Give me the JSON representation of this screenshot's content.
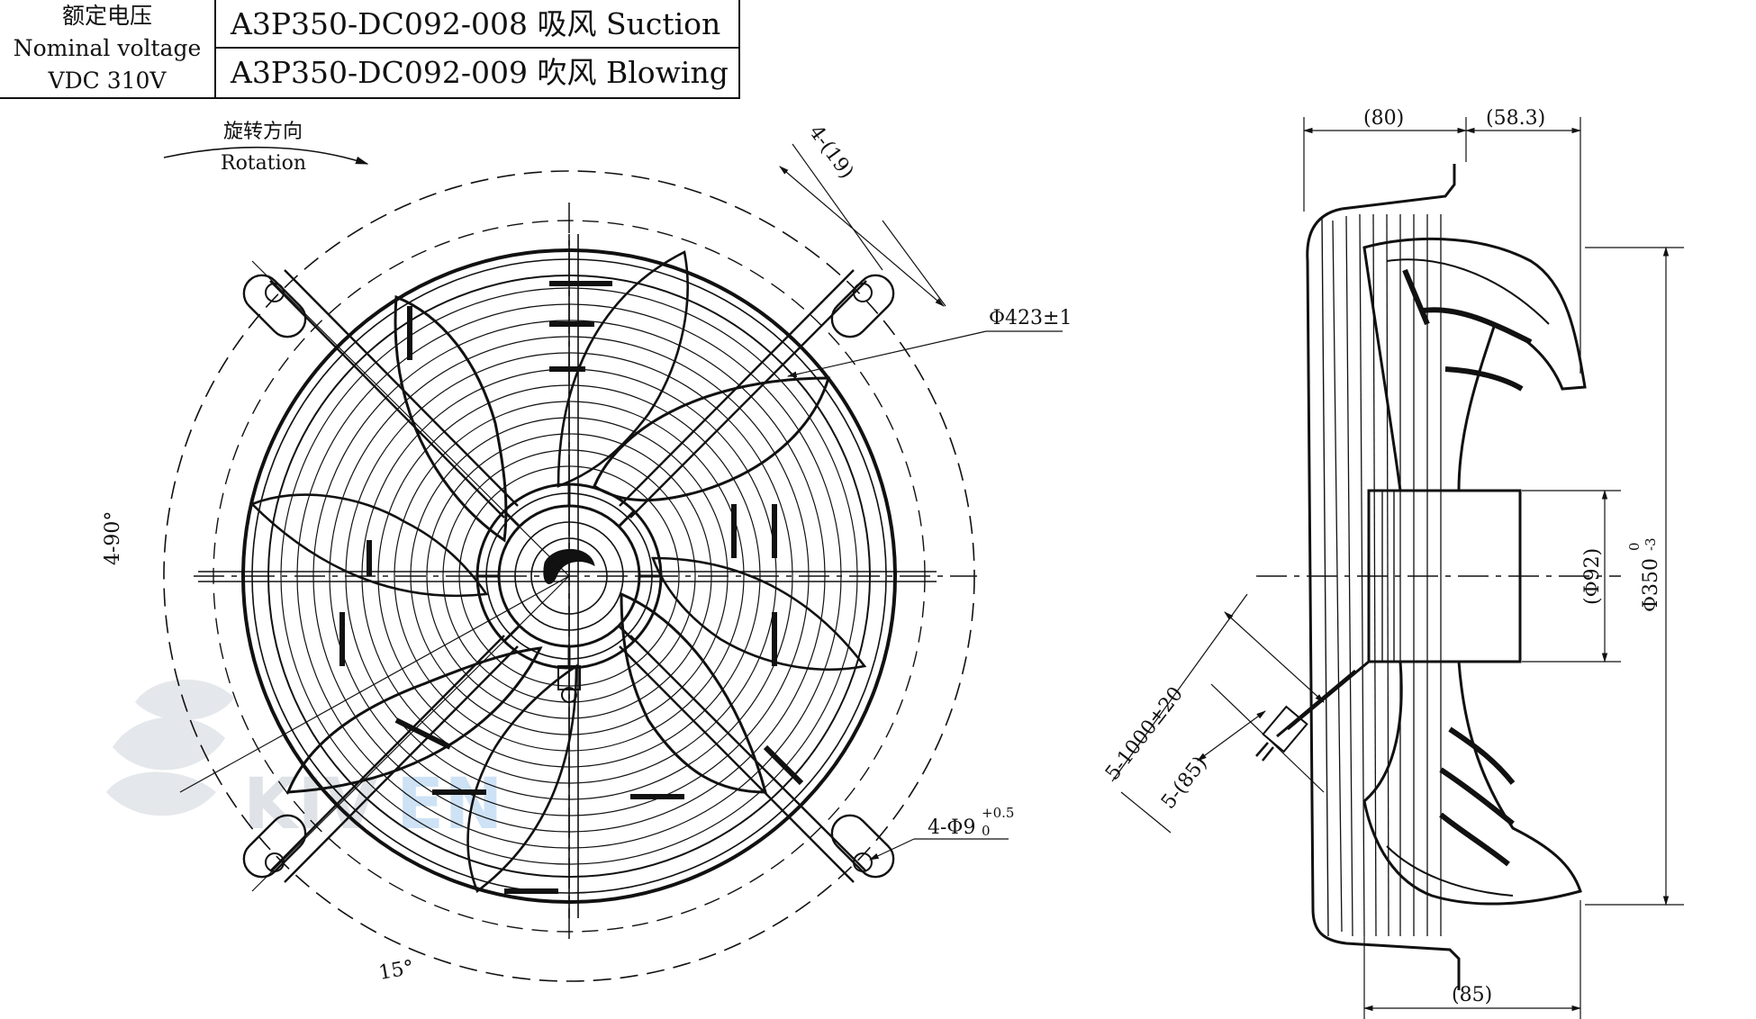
{
  "spec": {
    "voltage_label_cn": "额定电压",
    "voltage_label_en": "Nominal voltage",
    "voltage_value": "VDC 310V",
    "models": [
      {
        "text": "A3P350-DC092-008 吸风 Suction"
      },
      {
        "text": "A3P350-DC092-009 吹风 Blowing"
      }
    ]
  },
  "front_view": {
    "rotation_cn": "旋转方向",
    "rotation_en": "Rotation",
    "bracket_width": "4-(19)",
    "guard_diameter": "Φ423±1",
    "angle_spacing": "4-90°",
    "angle_offset": "15°",
    "mount_holes": "4-Φ9",
    "mount_holes_tol_upper": "+0.5",
    "mount_holes_tol_lower": "0"
  },
  "side_view": {
    "depth_total": "(80)",
    "depth_front": "(58.3)",
    "depth_bottom": "(85)",
    "hub_diameter": "(Φ92)",
    "fan_diameter": "Φ350",
    "fan_diameter_tol_upper": "0",
    "fan_diameter_tol_lower": "-3",
    "cable_length": "5-1000±20",
    "cable_strip": "5-(85)"
  },
  "colors": {
    "line": "#111111",
    "watermark": "#c8d0d8",
    "watermark_accent": "#9ec4ea"
  }
}
